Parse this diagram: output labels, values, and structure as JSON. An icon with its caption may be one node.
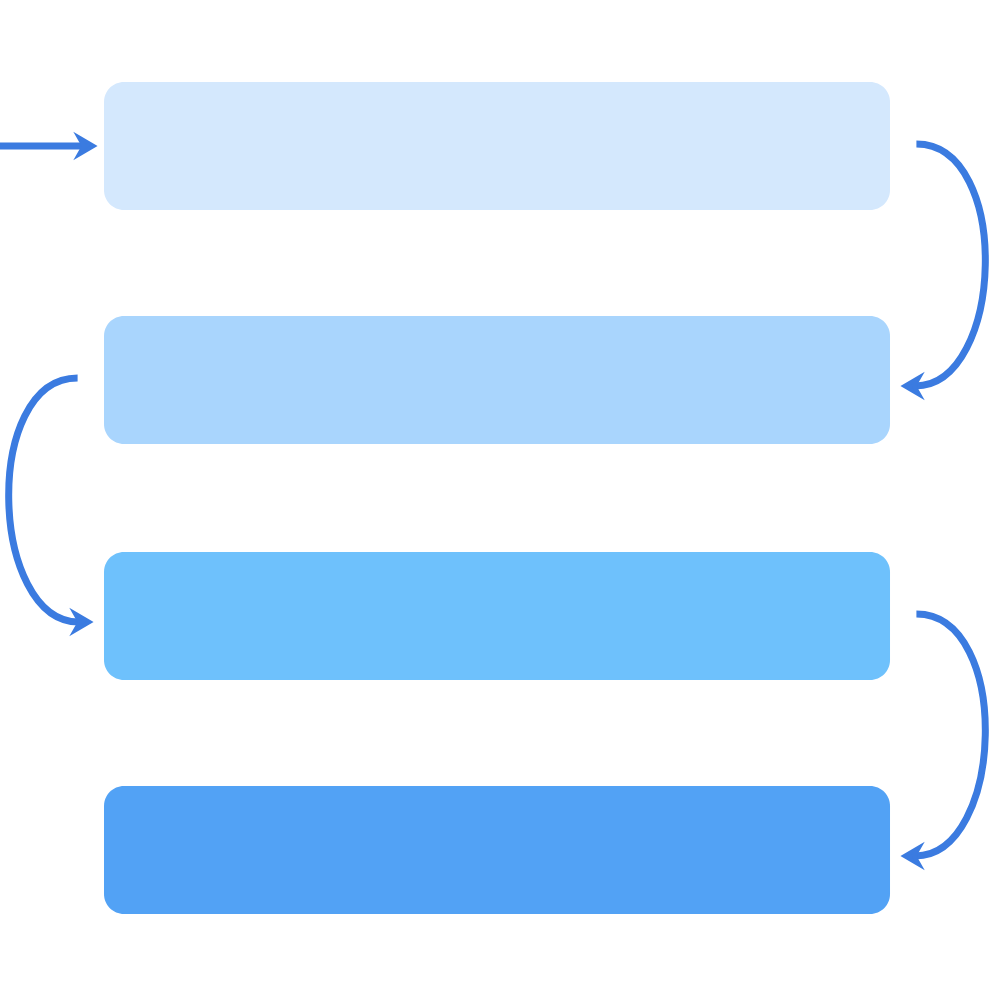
{
  "diagram": {
    "nodes": [
      {
        "text": [],
        "shape": "box"
      },
      {
        "text": [],
        "shape": "box"
      },
      {
        "text": [],
        "shape": "box"
      },
      {
        "text": [],
        "shape": "box"
      }
    ],
    "edges": [
      {
        "from": null,
        "to": 0,
        "arrow": "to"
      },
      {
        "from": 0,
        "to": 1,
        "arrow": "to"
      },
      {
        "from": 1,
        "to": 2,
        "arrow": "to"
      },
      {
        "from": 2,
        "to": 3,
        "arrow": "to"
      }
    ]
  }
}
